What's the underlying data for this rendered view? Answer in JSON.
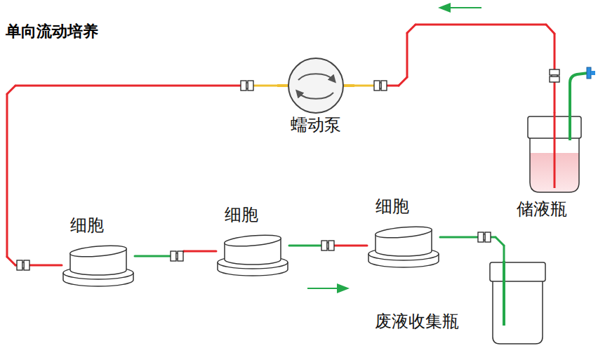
{
  "diagram": {
    "title": "单向流动培养",
    "nodes": [
      {
        "text": [
          "蠕动泵"
        ]
      },
      {
        "text": [
          "储液瓶"
        ]
      },
      {
        "text": [
          "细胞"
        ]
      },
      {
        "text": [
          "细胞"
        ]
      },
      {
        "text": [
          "细胞"
        ]
      },
      {
        "text": [
          "废液收集瓶"
        ]
      }
    ],
    "edges": [
      {
        "from": 1,
        "to": 0,
        "arrow": "none"
      },
      {
        "from": 0,
        "to": 2,
        "arrow": "none"
      },
      {
        "from": 2,
        "to": 3,
        "arrow": "none"
      },
      {
        "from": 3,
        "to": 4,
        "arrow": "none"
      },
      {
        "from": 4,
        "to": 5,
        "arrow": "none"
      }
    ]
  }
}
